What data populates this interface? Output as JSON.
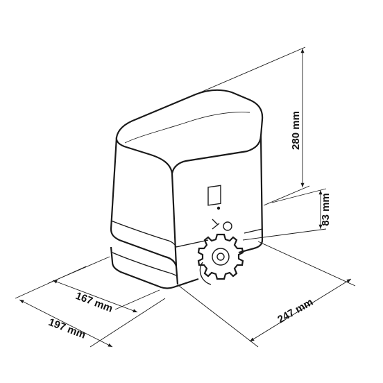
{
  "dimensions": {
    "height_total": "280 mm",
    "height_pinion": "83 mm",
    "depth_inner": "167 mm",
    "depth_outer": "197 mm",
    "length": "247 mm"
  },
  "colors": {
    "line": "#1a1a1a",
    "background": "#ffffff"
  }
}
